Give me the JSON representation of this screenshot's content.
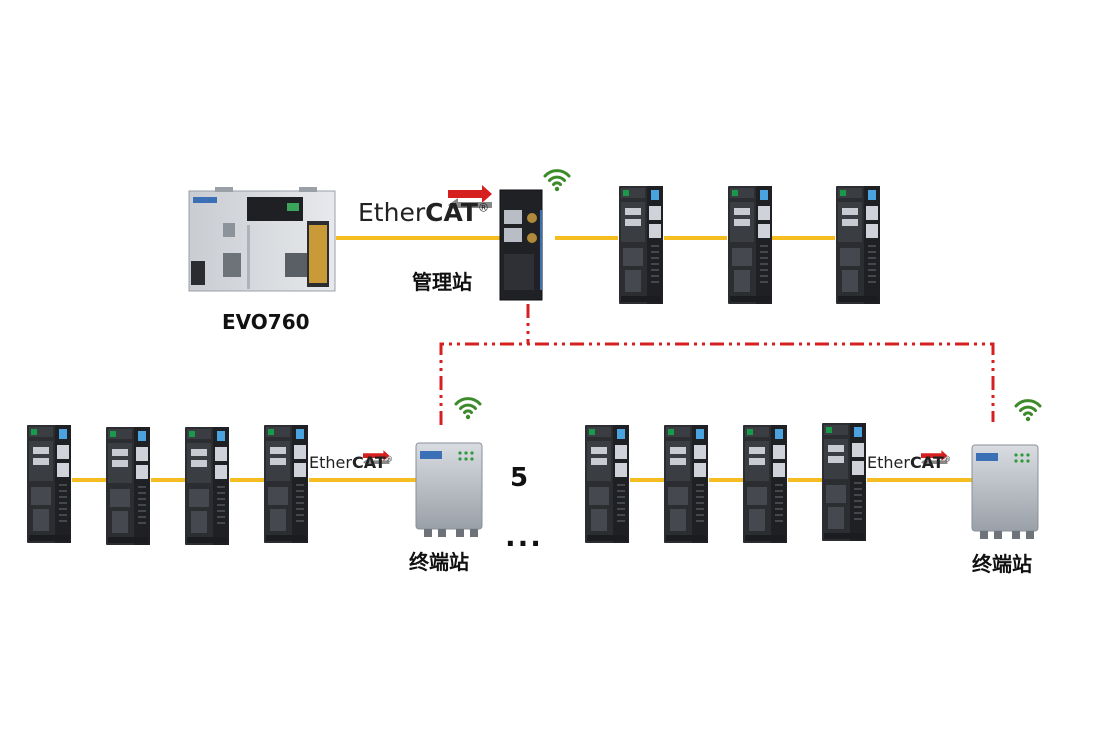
{
  "diagram": {
    "controller": {
      "label": "EVO760"
    },
    "management_station": {
      "label": "管理站"
    },
    "terminal_stations": [
      {
        "label": "终端站"
      },
      {
        "label": "终端站"
      }
    ],
    "station_count": {
      "label": "5"
    },
    "ellipsis": {
      "label": "..."
    },
    "bus": {
      "brand_plain": "Ether",
      "brand_bold": "CAT",
      "mark": "®"
    },
    "colors": {
      "ethercat_line": "#f5bd1f",
      "wireless_link": "#d62020",
      "wifi_icon": "#3d8a2a",
      "ecat_arrow_red": "#d62020",
      "ecat_arrow_gray": "#888888",
      "servo_body": "#2b2d31",
      "io_box": "#b9bec6"
    },
    "icons": [
      "wifi-icon",
      "ethercat-logo",
      "servo-drive",
      "plc-controller",
      "wireless-terminal-box",
      "management-gateway"
    ]
  }
}
